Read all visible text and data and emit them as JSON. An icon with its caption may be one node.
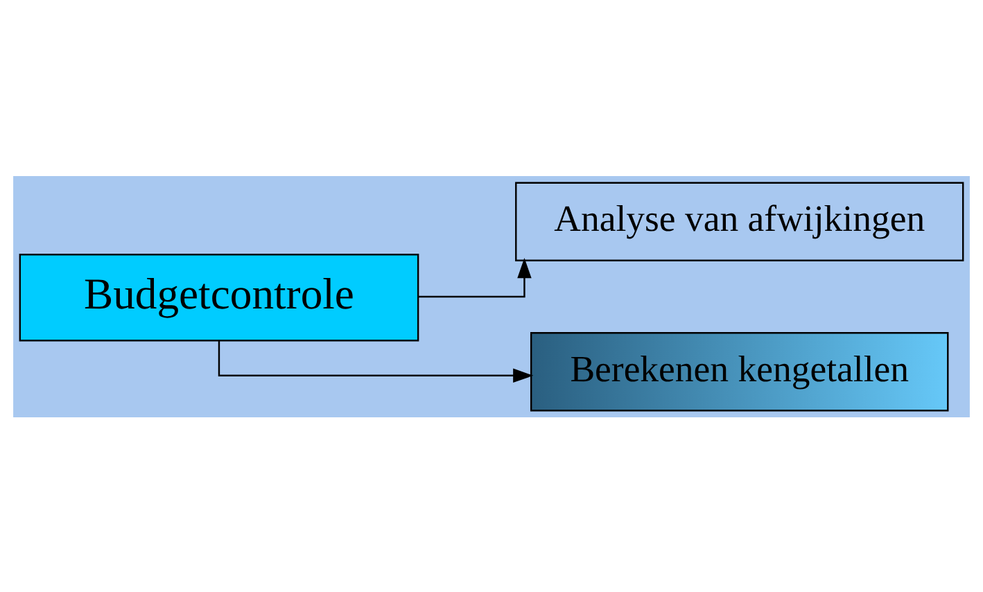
{
  "diagram": {
    "nodes": [
      {
        "text": [
          "Budgetcontrole"
        ]
      },
      {
        "text": [
          "Analyse van afwijkingen"
        ]
      },
      {
        "text": [
          "Berekenen kengetallen"
        ]
      }
    ],
    "edges": [
      {
        "from": 0,
        "to": 1,
        "arrow": "to"
      },
      {
        "from": 0,
        "to": 2,
        "arrow": "to"
      }
    ]
  }
}
